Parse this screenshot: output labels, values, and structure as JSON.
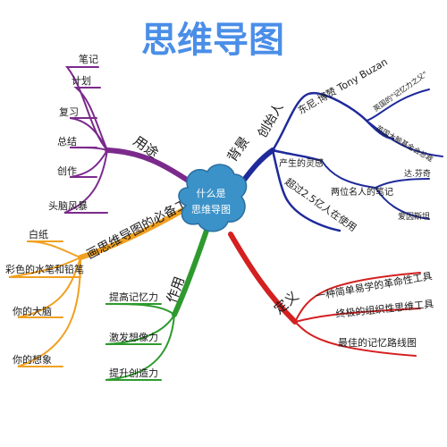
{
  "title": "思维导图",
  "center": {
    "line1": "什么是",
    "line2": "思维导图"
  },
  "branches": {
    "uses": {
      "label": "用途",
      "items": [
        "笔记",
        "计划",
        "复习",
        "总结",
        "创作",
        "头脑风暴"
      ]
    },
    "tools": {
      "label": "画思维导图的必备工具",
      "items": [
        "白纸",
        "彩色的水笔和铅笔",
        "你的大脑",
        "你的想象"
      ]
    },
    "effects": {
      "label": "作用",
      "items": [
        "提高记忆力",
        "激发想像力",
        "提升创造力"
      ]
    },
    "background": {
      "label": "背景",
      "creator": "创始人",
      "creator_name": "东尼.博赞 Tony Buzan",
      "creator_notes": [
        "英国的\"记忆力之父\"",
        "英国大脑基金会总裁"
      ],
      "inspiration": "产生的灵感",
      "famous": "两位名人的笔记",
      "famous_names": [
        "达.芬奇",
        "爱因斯坦"
      ],
      "users": "超过2.5亿人在使用"
    },
    "definition": {
      "label": "定义",
      "items": [
        "一种简单易学的革命性工具",
        "终极的组织性思维工具",
        "最佳的记忆路线图"
      ]
    }
  },
  "colors": {
    "title": "#4a8ee8",
    "uses": "#7b2a8c",
    "tools": "#f0a020",
    "effects": "#2e9a2e",
    "background": "#1f2a9a",
    "definition": "#d42020",
    "center": "#3b92c8"
  }
}
